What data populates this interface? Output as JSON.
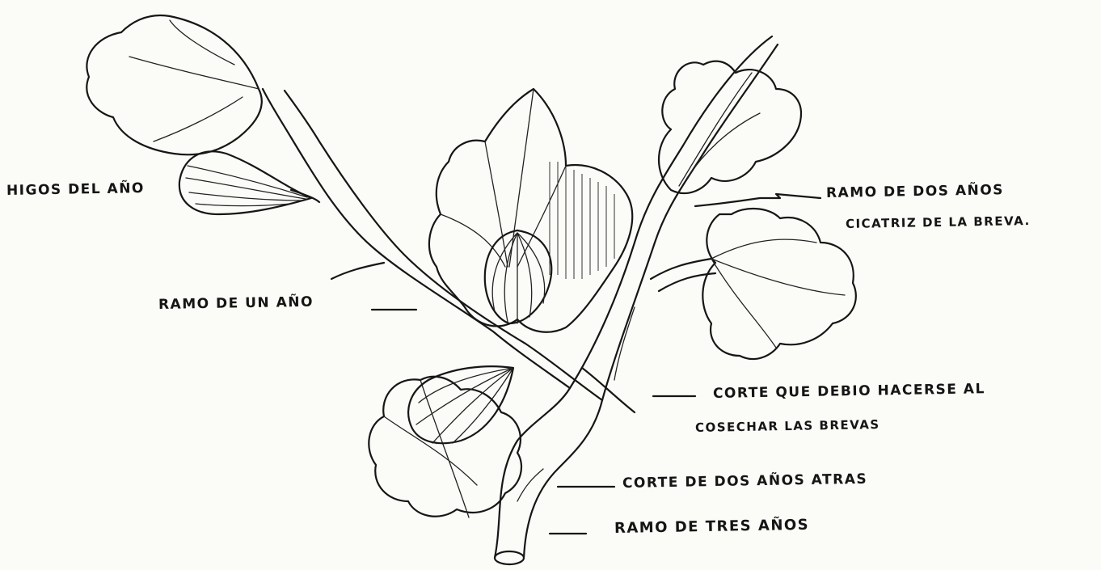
{
  "labels": {
    "higos_del_ano": "HIGOS DEL AÑO",
    "ramo_dos_anos": "RAMO DE DOS AÑOS",
    "cicatriz_breva": "CICATRIZ DE LA BREVA.",
    "ramo_un_ano": "RAMO DE UN AÑO",
    "corte_debio_line1": "CORTE QUE DEBIO HACERSE AL",
    "corte_debio_line2": "COSECHAR LAS BREVAS",
    "corte_dos_anos": "CORTE DE DOS AÑOS ATRAS",
    "ramo_tres_anos": "RAMO DE TRES AÑOS"
  }
}
